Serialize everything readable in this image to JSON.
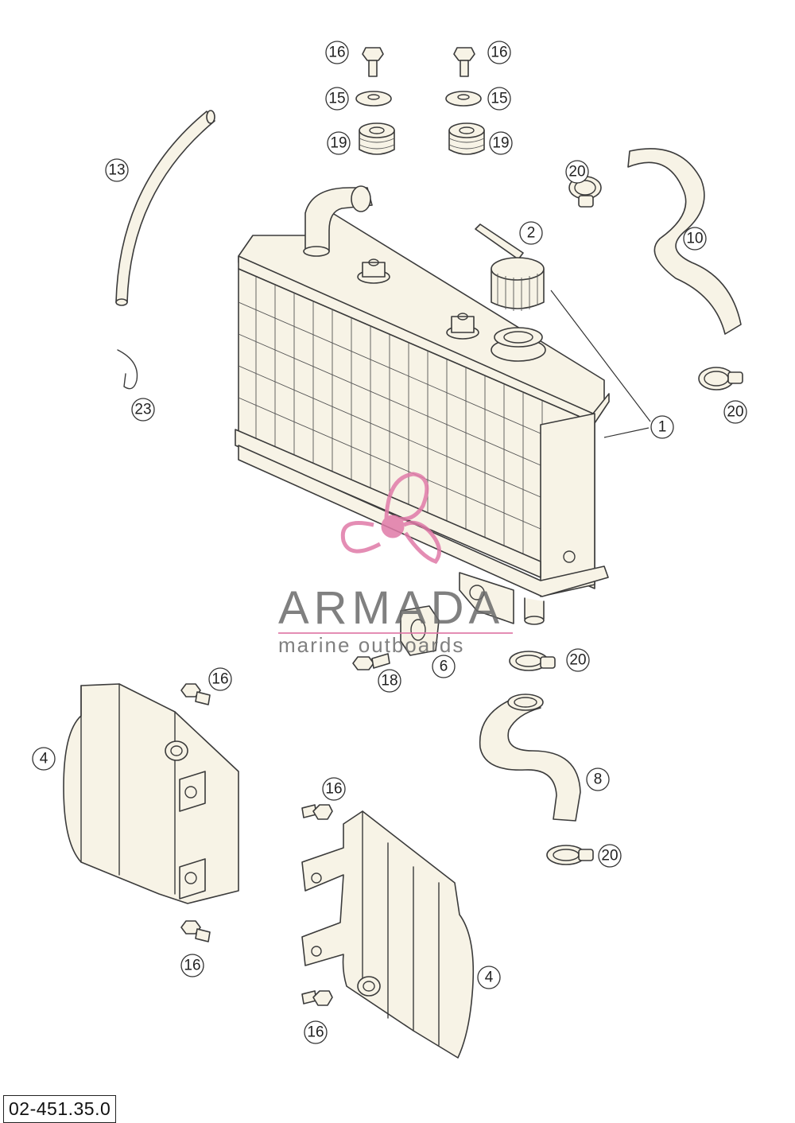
{
  "diagram": {
    "type": "exploded-parts-diagram",
    "code": "02-451.35.0",
    "callouts": [
      {
        "id": "c1",
        "label": "1"
      },
      {
        "id": "c2",
        "label": "2"
      },
      {
        "id": "c4a",
        "label": "4"
      },
      {
        "id": "c4b",
        "label": "4"
      },
      {
        "id": "c6",
        "label": "6"
      },
      {
        "id": "c8",
        "label": "8"
      },
      {
        "id": "c10",
        "label": "10"
      },
      {
        "id": "c13",
        "label": "13"
      },
      {
        "id": "c15a",
        "label": "15"
      },
      {
        "id": "c15b",
        "label": "15"
      },
      {
        "id": "c16a",
        "label": "16"
      },
      {
        "id": "c16b",
        "label": "16"
      },
      {
        "id": "c16c",
        "label": "16"
      },
      {
        "id": "c16d",
        "label": "16"
      },
      {
        "id": "c16e",
        "label": "16"
      },
      {
        "id": "c16f",
        "label": "16"
      },
      {
        "id": "c18",
        "label": "18"
      },
      {
        "id": "c19a",
        "label": "19"
      },
      {
        "id": "c19b",
        "label": "19"
      },
      {
        "id": "c20a",
        "label": "20"
      },
      {
        "id": "c20b",
        "label": "20"
      },
      {
        "id": "c20c",
        "label": "20"
      },
      {
        "id": "c20d",
        "label": "20"
      },
      {
        "id": "c23",
        "label": "23"
      }
    ]
  },
  "watermark": {
    "brand": "ARMADA",
    "tagline": "marine outboards",
    "accent_color": "#e07aa8",
    "text_color": "#6a6a6a"
  }
}
